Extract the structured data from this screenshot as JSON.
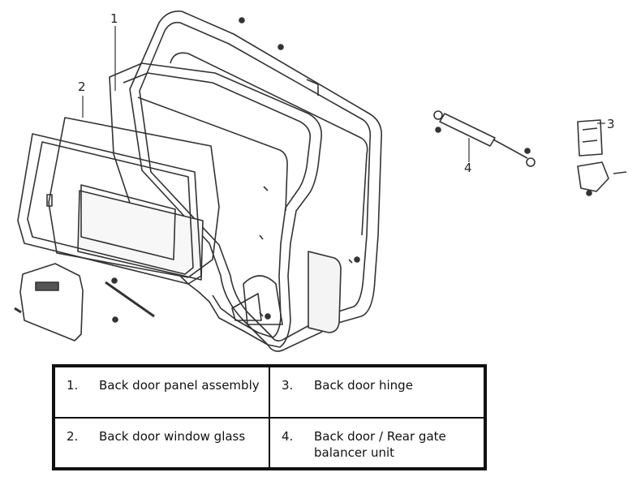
{
  "callouts": [
    "1",
    "2",
    "3",
    "4"
  ],
  "legend": [
    {
      "num": "1.",
      "text": "Back door panel assembly"
    },
    {
      "num": "3.",
      "text": "Back door hinge"
    },
    {
      "num": "2.",
      "text": "Back door window glass"
    },
    {
      "num": "4.",
      "text": "Back door / Rear gate balancer unit"
    }
  ]
}
